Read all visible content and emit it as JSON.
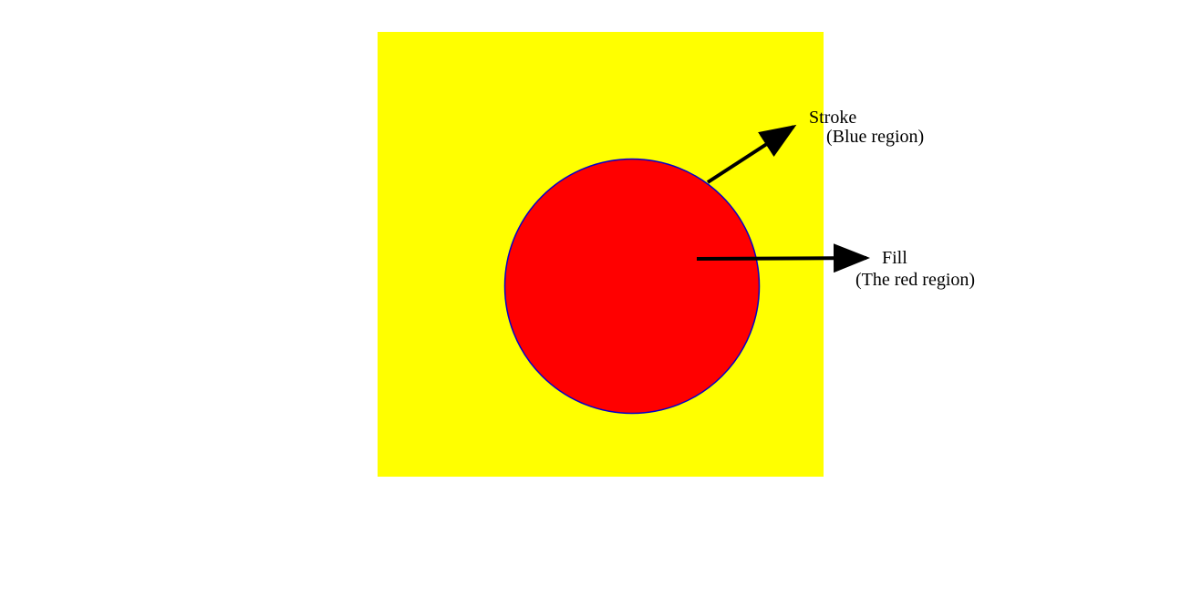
{
  "colors": {
    "background_square": "#ffff00",
    "circle_fill": "#ff0000",
    "circle_stroke": "#0000cc",
    "arrow": "#000000"
  },
  "annotations": {
    "stroke": {
      "title": "Stroke",
      "subtitle": "(Blue region)"
    },
    "fill": {
      "title": "Fill",
      "subtitle": "(The red region)"
    }
  }
}
